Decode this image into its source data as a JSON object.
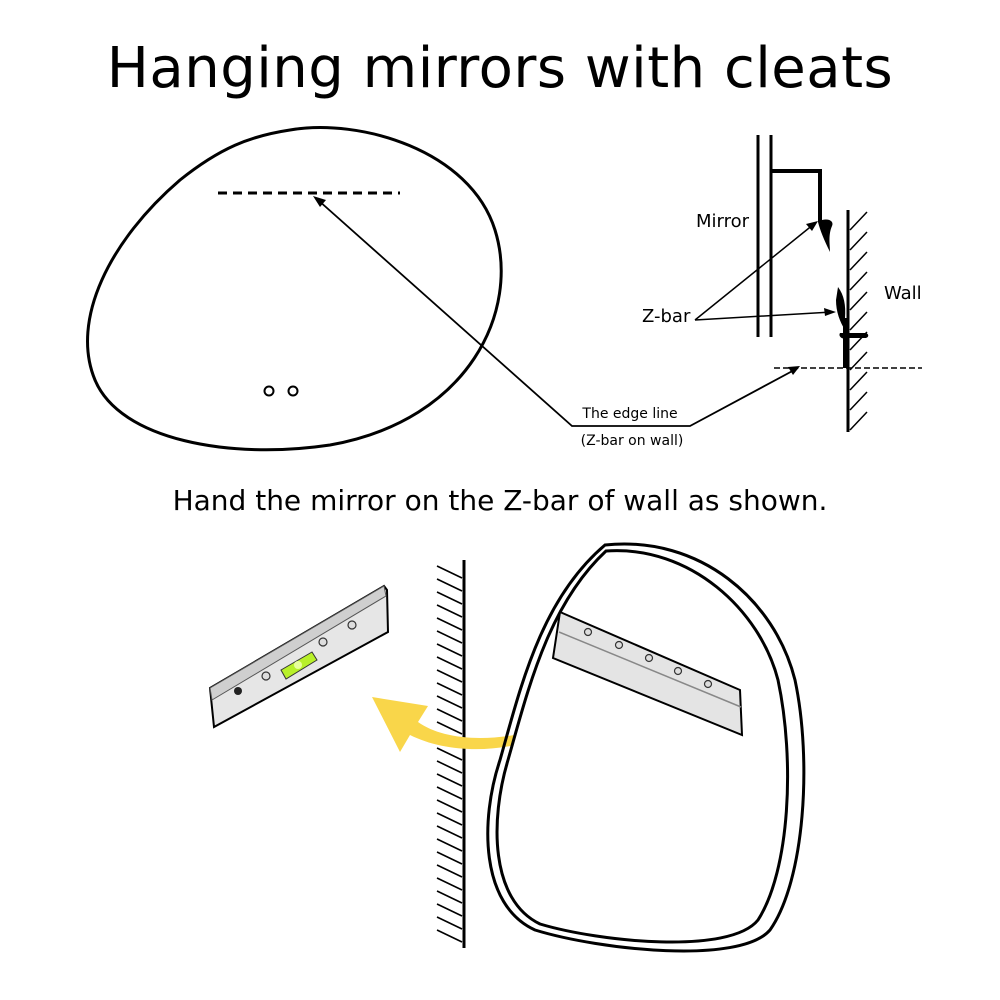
{
  "title": "Hanging mirrors with cleats",
  "instruction": "Hand the mirror on the Z-bar of wall as shown.",
  "top_diagram": {
    "labels": {
      "mirror": "Mirror",
      "wall": "Wall",
      "zbar": "Z-bar",
      "edge_line": "The edge line",
      "edge_line_note": "(Z-bar on wall)"
    }
  },
  "colors": {
    "arrow": "#f9d64a",
    "bubble": "#b8f02a",
    "cleat": "#d9d9d9",
    "line": "#000000"
  }
}
